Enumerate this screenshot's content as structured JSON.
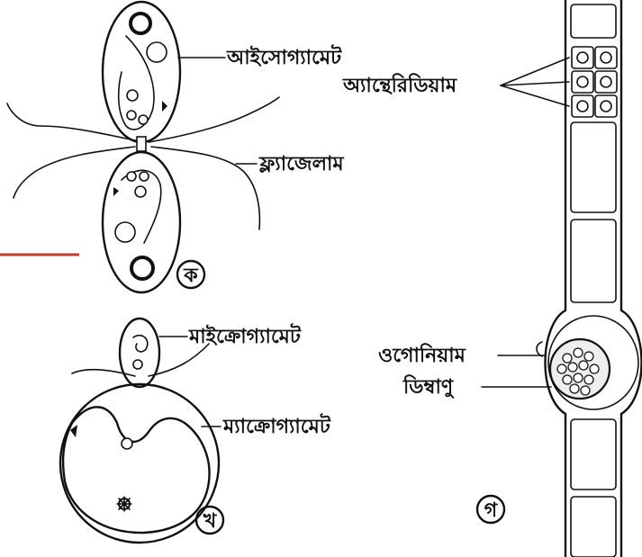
{
  "labels": {
    "isogamete": "আইসোগ্যামেট",
    "flagellum": "ফ্ল্যাজেলাম",
    "microgamete": "মাইক্রোগ্যামেট",
    "macrogamete": "ম্যাক্রোগ্যামেট",
    "antheridium": "অ্যান্থেরিডিয়াম",
    "oogonium": "ওগোনিয়াম",
    "egg": "ডিম্বাণু"
  },
  "panel_tags": {
    "a": "ক",
    "b": "খ",
    "c": "গ"
  },
  "colors": {
    "ink": "#111111",
    "stroke_accent": "#c0392b",
    "background": "#ffffff"
  }
}
